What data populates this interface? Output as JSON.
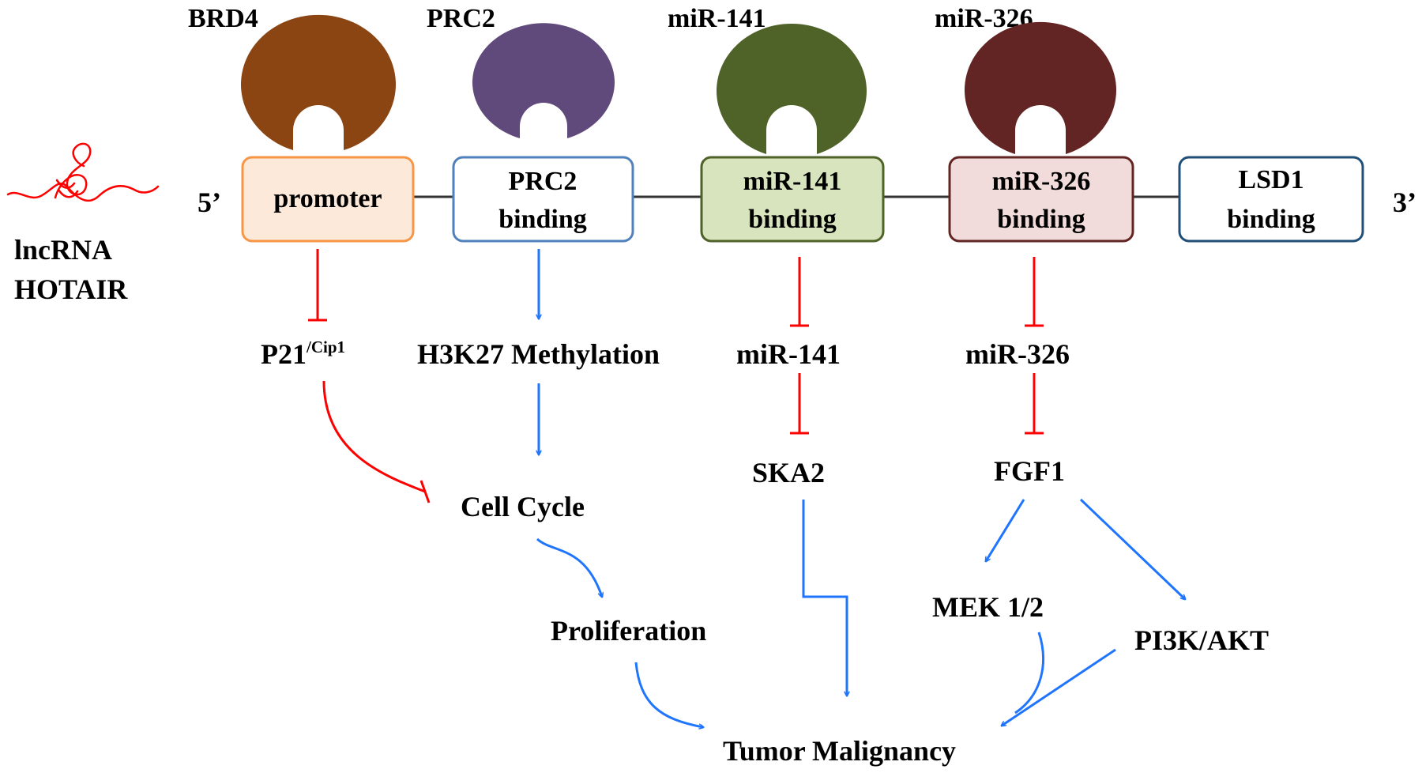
{
  "proteins": [
    {
      "label": "BRD4",
      "color": "#8B4513"
    },
    {
      "label": "PRC2",
      "color": "#604A7B"
    },
    {
      "label": "miR-141",
      "color": "#4F6228"
    },
    {
      "label": "miR-326",
      "color": "#632523"
    }
  ],
  "rna": {
    "label_line1": "lncRNA",
    "label_line2": "HOTAIR",
    "five_prime": "5’",
    "three_prime": "3’",
    "color": "#FF0000"
  },
  "domains": [
    {
      "line1": "promoter",
      "line2": "",
      "fill": "#FDE9D9",
      "stroke": "#F79646"
    },
    {
      "line1": "PRC2",
      "line2": "binding",
      "fill": "#FFFFFF",
      "stroke": "#4F81BD"
    },
    {
      "line1": "miR-141",
      "line2": "binding",
      "fill": "#D7E4BD",
      "stroke": "#4F6228"
    },
    {
      "line1": "miR-326",
      "line2": "binding",
      "fill": "#F2DCDB",
      "stroke": "#632523"
    },
    {
      "line1": "LSD1",
      "line2": "binding",
      "fill": "#FFFFFF",
      "stroke": "#1F4E79"
    }
  ],
  "nodes": {
    "p21": "P21",
    "p21_sup": "/Cip1",
    "h3k27": "H3K27 Methylation",
    "mir141": "miR-141",
    "mir326": "miR-326",
    "ska2": "SKA2",
    "fgf1": "FGF1",
    "cell_cycle": "Cell Cycle",
    "proliferation": "Proliferation",
    "mek": "MEK 1/2",
    "pi3k": "PI3K/AKT",
    "tumor": "Tumor Malignancy"
  },
  "edge_colors": {
    "activation": "#1F75FE",
    "inhibition": "#FF0000"
  }
}
